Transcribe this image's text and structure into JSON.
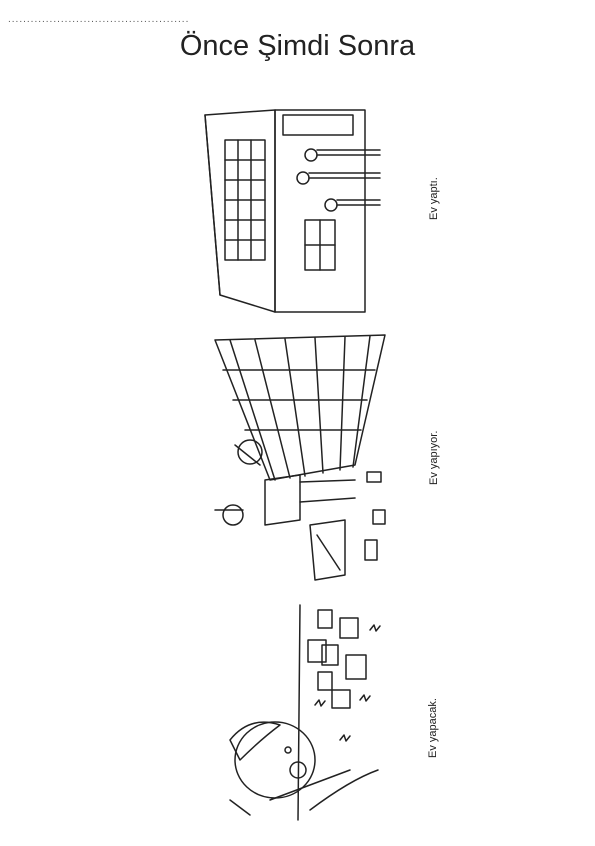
{
  "header": {
    "name_line": "................................................",
    "title": "Önce Şimdi Sonra"
  },
  "panels": [
    {
      "caption": "Ev yaptı."
    },
    {
      "caption": "Ev yapıyor."
    },
    {
      "caption": "Ev yapacak."
    }
  ]
}
